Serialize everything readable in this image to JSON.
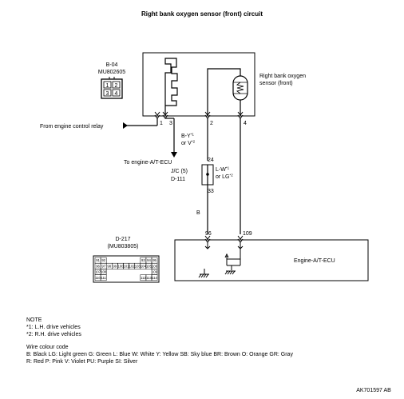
{
  "title": "Right bank oxygen sensor (front) circuit",
  "connector_b04": {
    "id": "B-04",
    "part": "MU802605",
    "pins": [
      "1",
      "2",
      "3",
      "4"
    ]
  },
  "sensor_label": [
    "Right bank oxygen",
    "sensor (front)"
  ],
  "relay_label": "From engine control relay",
  "pin_numbers": {
    "p1": "1",
    "p3": "3",
    "p2": "2",
    "p4": "4"
  },
  "wire_colors": {
    "by_line1": "B-Y",
    "by_line1_sup": "*1",
    "by_line2": "or V",
    "by_line2_sup": "*2",
    "lw_line1": "L-W",
    "lw_line1_sup": "*1",
    "lw_line2": "or LG",
    "lw_line2_sup": "*2",
    "b": "B"
  },
  "to_ecu_label": "To engine-A/T-ECU",
  "joint_connector": {
    "name": "J/C (5)",
    "id": "D-111",
    "pin_in": "24",
    "pin_out": "33"
  },
  "ecu": {
    "label": "Engine-A/T-ECU",
    "pin_96": "96",
    "pin_109": "109"
  },
  "connector_d217": {
    "id": "D-217",
    "part": "(MU803805)",
    "row1": [
      "91",
      "92",
      "",
      "",
      "",
      "",
      "",
      "",
      "93",
      "94",
      "95"
    ],
    "row2": [
      "96",
      "97",
      "98",
      "99",
      "100",
      "101",
      "102",
      "103",
      "104",
      "105",
      "106"
    ],
    "row3": [
      "107",
      "108",
      "",
      "",
      "",
      "",
      "",
      "",
      "",
      "",
      "109"
    ],
    "row4": [
      "110",
      "111",
      "",
      "",
      "",
      "",
      "",
      "",
      "112",
      "113",
      "114"
    ]
  },
  "note": {
    "heading": "NOTE",
    "line1": "*1: L.H. drive vehicles",
    "line2": "*2: R.H. drive vehicles"
  },
  "wire_code": {
    "heading": "Wire colour code",
    "line1": "B: Black  LG: Light green  G: Green  L: Blue  W: White  Y: Yellow  SB: Sky blue  BR: Brown  O: Orange  GR: Gray",
    "line2": "R: Red  P: Pink  V: Violet  PU: Purple  SI: Silver"
  },
  "footer_code": "AK701597 AB"
}
